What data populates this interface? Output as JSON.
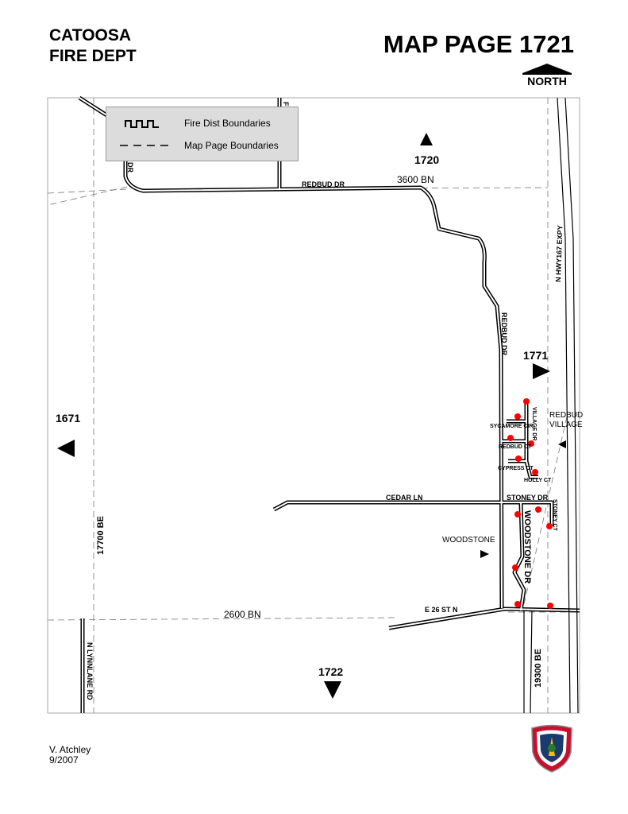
{
  "header": {
    "dept_line1": "CATOOSA",
    "dept_line2": "FIRE DEPT",
    "title": "MAP PAGE 1721",
    "north": "NORTH"
  },
  "legend": {
    "fire_dist": "Fire Dist Boundaries",
    "map_page": "Map Page Boundaries"
  },
  "adjacent_pages": {
    "north": "1720",
    "south": "1722",
    "east": "1771",
    "west": "1671"
  },
  "roads": {
    "redbud_top": "REDBUD DR",
    "redbud_vertical": "REDBUD DR",
    "redbud_west": "D DR",
    "grid_3600": "3600 BN",
    "grid_2600": "2600 BN",
    "grid_17700": "17700 BE",
    "grid_19300": "19300 BE",
    "hwy": "N HWY167 EXPY",
    "cedar": "CEDAR LN",
    "e26": "E 26 ST N",
    "lynnlane": "N LYNNLANE RD",
    "stoney_dr": "STONEY DR",
    "stoney_ct": "STONEY CT",
    "woodstone_dr": "WOODSTONE DR",
    "sycamore": "SYCAMORE CIR",
    "village": "VILLAGE DR",
    "redbud_ct": "REDBUD CT",
    "cypress": "CYPRESS CT",
    "holly": "HOLLY CT",
    "north_road_fragment": "F"
  },
  "areas": {
    "redbud_village_1": "REDBUD",
    "redbud_village_2": "VILLAGE",
    "woodstone": "WOODSTONE"
  },
  "colors": {
    "hydrant": "#ff0000",
    "legend_bg": "#dcdcdc"
  },
  "footer": {
    "author": "V. Atchley",
    "date": "9/2007"
  }
}
